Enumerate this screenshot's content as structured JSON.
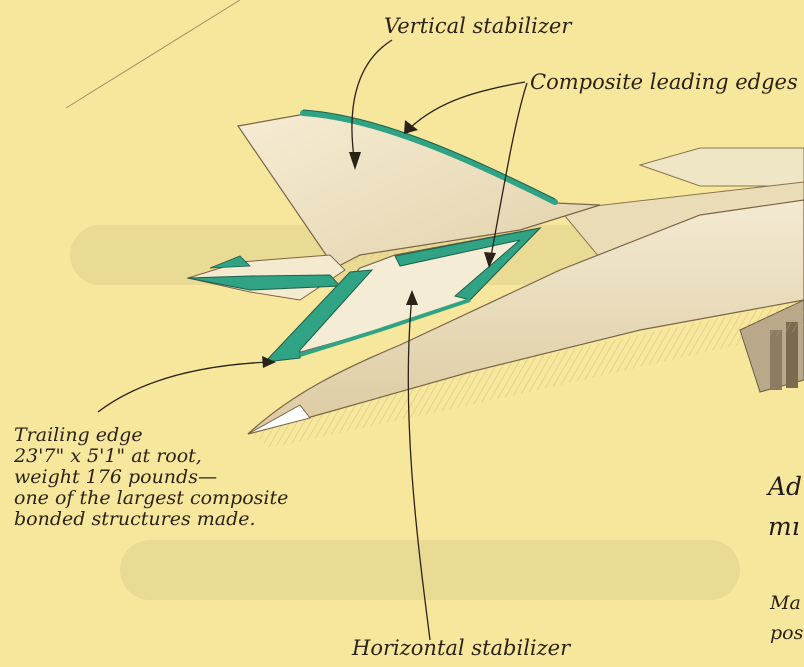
{
  "labels": {
    "vertical_stabilizer": "Vertical stabilizer",
    "composite_leading_edges": "Composite leading edges",
    "horizontal_stabilizer": "Horizontal stabilizer",
    "trailing_edge_note": [
      "Trailing edge",
      "23'7\" x 5'1\" at root,",
      "weight 176 pounds—",
      "one of the largest composite",
      "bonded structures made."
    ]
  },
  "partial_text": {
    "heading": [
      "Ad",
      "mı"
    ],
    "body": [
      "Ma",
      "pos"
    ]
  },
  "colors": {
    "background": "#f6e79c",
    "composite_edge": "#2fa383",
    "airframe": "#efe3c2",
    "ink": "#2b2218"
  }
}
